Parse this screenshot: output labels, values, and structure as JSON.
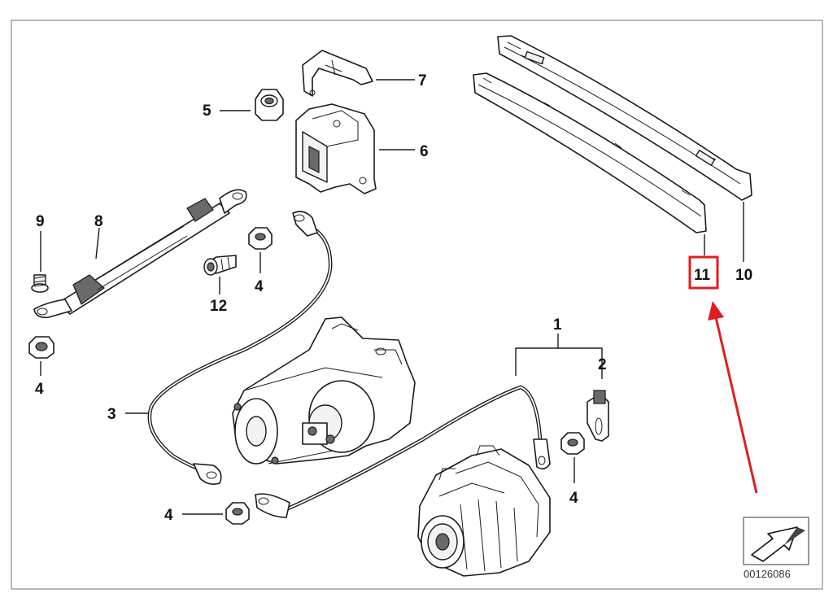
{
  "diagram": {
    "catalog_code": "00126086",
    "labels": {
      "l1": "1",
      "l2": "2",
      "l3": "3",
      "l4a": "4",
      "l4b": "4",
      "l4c": "4",
      "l4d": "4",
      "l5": "5",
      "l6": "6",
      "l7": "7",
      "l8": "8",
      "l9": "9",
      "l10": "10",
      "l11": "11",
      "l12": "12"
    },
    "highlight": {
      "part_number": "11",
      "box_color": "#e01e1e",
      "arrow_color": "#e01e1e"
    }
  }
}
